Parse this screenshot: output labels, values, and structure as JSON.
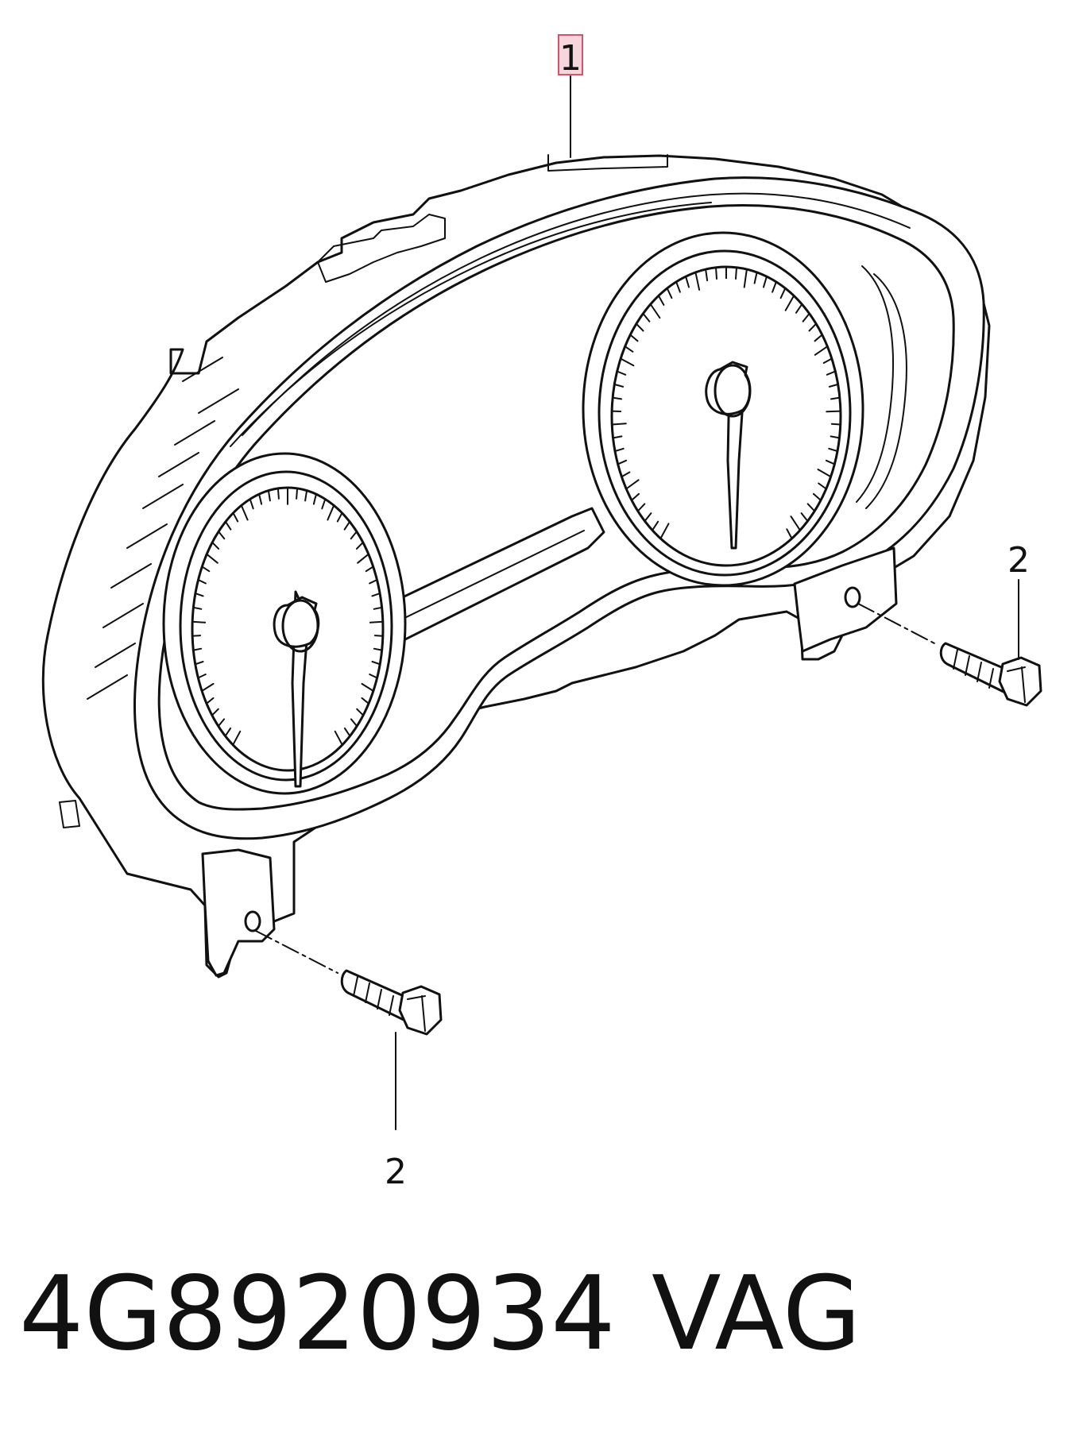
{
  "callouts": {
    "main_item": "1",
    "screw_right": "2",
    "screw_bottom": "2"
  },
  "footer": {
    "part_number": "4G8920934",
    "brand": "VAG"
  },
  "colors": {
    "line": "#111111",
    "highlight_fill": "#f6d6dc",
    "highlight_stroke": "#d2566b",
    "background": "#ffffff"
  }
}
